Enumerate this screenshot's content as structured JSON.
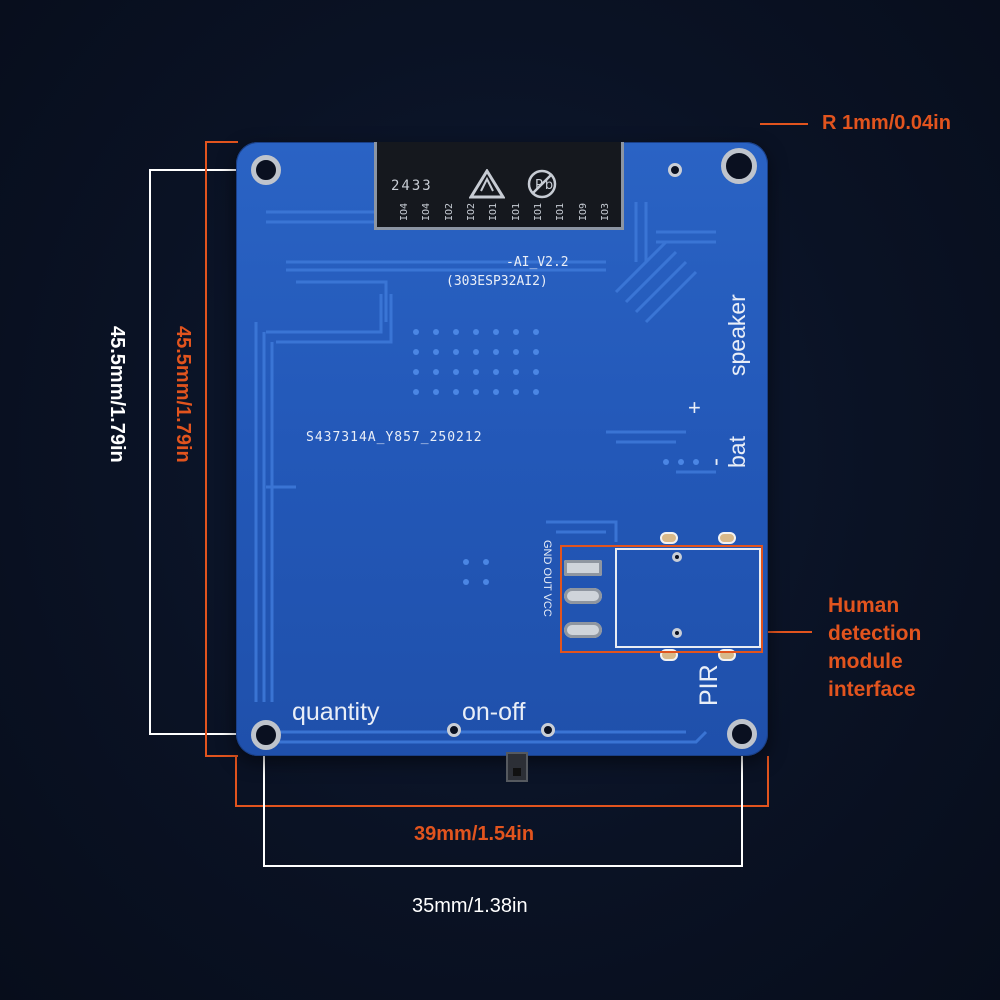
{
  "annotations": {
    "radius_label": "R 1mm/0.04in",
    "height_outer": "45.5mm/1.79in",
    "height_inner": "45.5mm/1.79in",
    "width_outer": "39mm/1.54in",
    "width_inner": "35mm/1.38in",
    "pir_interface_lines": [
      "Human",
      "detection",
      "module",
      "interface"
    ]
  },
  "board": {
    "module_code": "2433",
    "module_pins": [
      "IO4",
      "IO4",
      "IO2",
      "IO2",
      "IO1",
      "IO1",
      "IO1",
      "IO1",
      "IO9",
      "IO3"
    ],
    "version": "-AI_V2.2",
    "model": "(303ESP32AI2)",
    "serial": "S437314A_Y857_250212",
    "label_speaker": "speaker",
    "label_plus": "+",
    "label_bat": "bat",
    "label_minus": "-",
    "pin_labels": "GND OUT VCC",
    "label_pir": "PIR",
    "label_quantity": "quantity",
    "label_onoff": "on-off"
  },
  "colors": {
    "accent": "#e2541e",
    "pcb": "#2358b8",
    "background": "#0a1224",
    "dimension_white": "#ffffff"
  },
  "icons": [
    "esd-warning-icon",
    "lead-free-icon"
  ]
}
